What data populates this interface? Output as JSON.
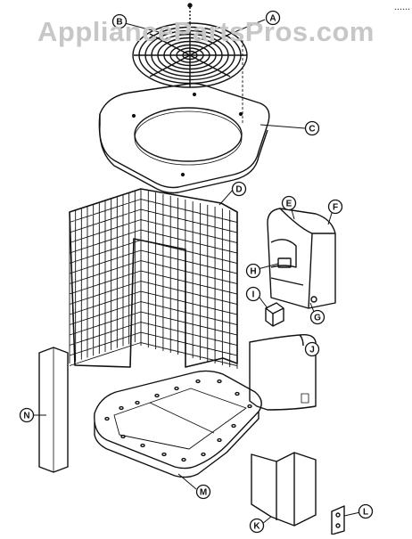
{
  "watermark": "AppliancePartsPros.com",
  "header_fragment": "......",
  "callouts": [
    "A",
    "B",
    "C",
    "D",
    "E",
    "F",
    "G",
    "H",
    "I",
    "J",
    "K",
    "L",
    "M",
    "N"
  ]
}
